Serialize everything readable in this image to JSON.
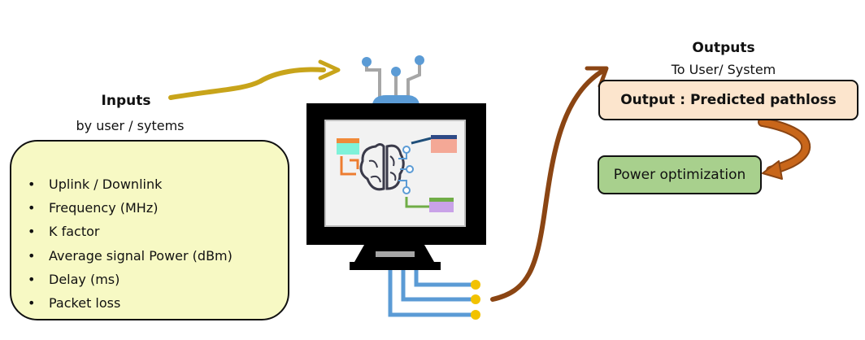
{
  "inputs": {
    "title": "Inputs",
    "subtitle": "by user / sytems",
    "items": [
      "Uplink / Downlink",
      "Frequency (MHz)",
      "K factor",
      "Average signal Power (dBm)",
      "Delay (ms)",
      "Packet loss"
    ]
  },
  "outputs": {
    "title": "Outputs",
    "subtitle": "To User/ System",
    "result_label": "Output : Predicted pathloss",
    "next_step_label": "Power optimization"
  },
  "icons": [
    "input-arrow-icon",
    "antenna-icon",
    "monitor-icon",
    "brain-circuit-icon",
    "cable-connector-icon",
    "output-arrow-icon",
    "curved-arrow-icon"
  ],
  "colors": {
    "inputs_box": "#f7f9c4",
    "output_box": "#fce5cd",
    "power_box": "#a8d08d",
    "input_arrow": "#c8a41a",
    "output_arrow": "#8b4513",
    "curved_arrow": "#c8661a",
    "circuit_blue": "#5b9bd5",
    "connector_gold": "#f2c200",
    "monitor": "#000000",
    "screen": "#f2f2f2"
  }
}
